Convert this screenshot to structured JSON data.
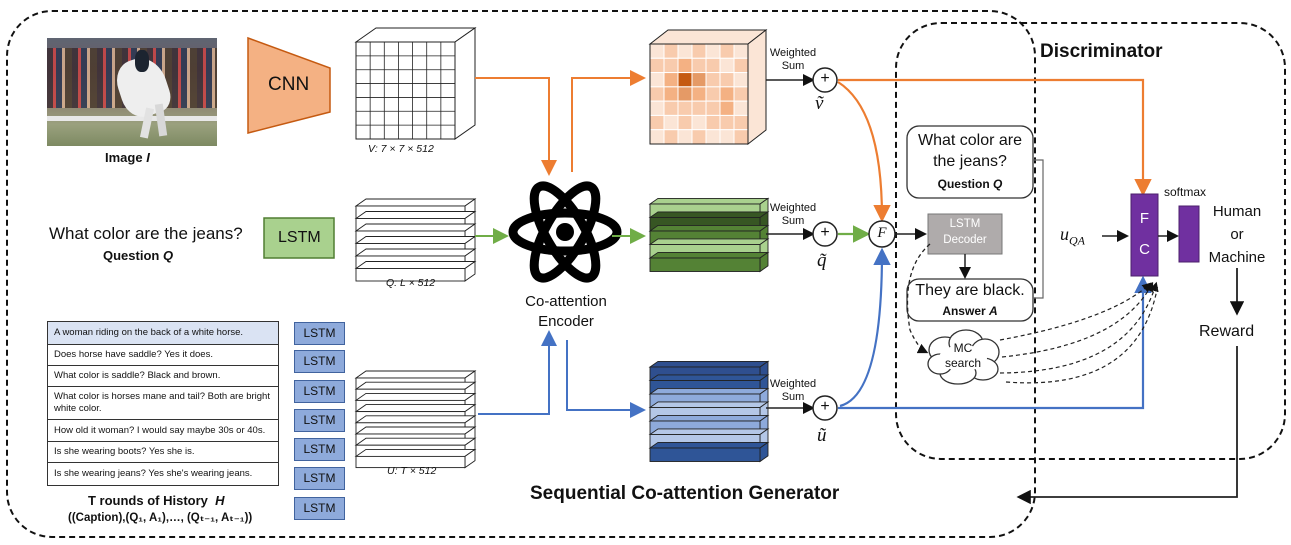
{
  "image_block": {
    "caption": "Image",
    "var": "I"
  },
  "cnn_label": "CNN",
  "question_block": {
    "text": "What color are the jeans?",
    "caption": "Question",
    "var": "Q"
  },
  "lstm_label": "LSTM",
  "history": {
    "rows": [
      "A woman riding on the back of a white horse.",
      "Does horse have saddle? Yes it does.",
      "What color is saddle? Black and brown.",
      "What color is horses mane and tail? Both are bright white color.",
      "How old it woman? I would say maybe 30s or 40s.",
      "Is she wearing boots? Yes she is.",
      "Is she wearing jeans? Yes she's wearing jeans."
    ],
    "caption": "T rounds of History",
    "var": "H",
    "formula": "((Caption),(Q₁, A₁),…, (Qₜ₋₁, Aₜ₋₁))",
    "lstm_labels": [
      "LSTM",
      "LSTM",
      "LSTM",
      "LSTM",
      "LSTM",
      "LSTM",
      "LSTM"
    ]
  },
  "features": {
    "v": "V: 7 × 7 × 512",
    "q": "Q:  L × 512",
    "u": "U: T × 512"
  },
  "encoder": {
    "line1": "Co-attention",
    "line2": "Encoder"
  },
  "weighted_sum": {
    "line1": "Weighted",
    "line2": "Sum"
  },
  "attended": {
    "v": "ṽ",
    "q": "q̃",
    "u": "ũ"
  },
  "plus_symbol": "+",
  "fusion_symbol": "F",
  "generator_title": "Sequential Co-attention Generator",
  "discriminator": {
    "title": "Discriminator",
    "question_text_1": "What color are",
    "question_text_2": "the jeans?",
    "question_caption": "Question",
    "question_var": "Q",
    "decoder_line1": "LSTM",
    "decoder_line2": "Decoder",
    "answer_text": "They are black.",
    "answer_caption": "Answer",
    "answer_var": "A",
    "mc_line1": "MC",
    "mc_line2": "search",
    "uqa": "u",
    "uqa_sub": "QA",
    "fc_line1": "F",
    "fc_line2": "C",
    "softmax": "softmax",
    "output_line1": "Human",
    "output_line2": "or",
    "output_line3": "Machine",
    "reward": "Reward"
  },
  "colors": {
    "orange": "#ed7d31",
    "green": "#70ad47",
    "blue": "#4472c4",
    "purple": "#7030a0",
    "lstm_green": "#a9d18e",
    "lstm_blue": "#8eaadb",
    "cnn_orange": "#f4b183"
  }
}
